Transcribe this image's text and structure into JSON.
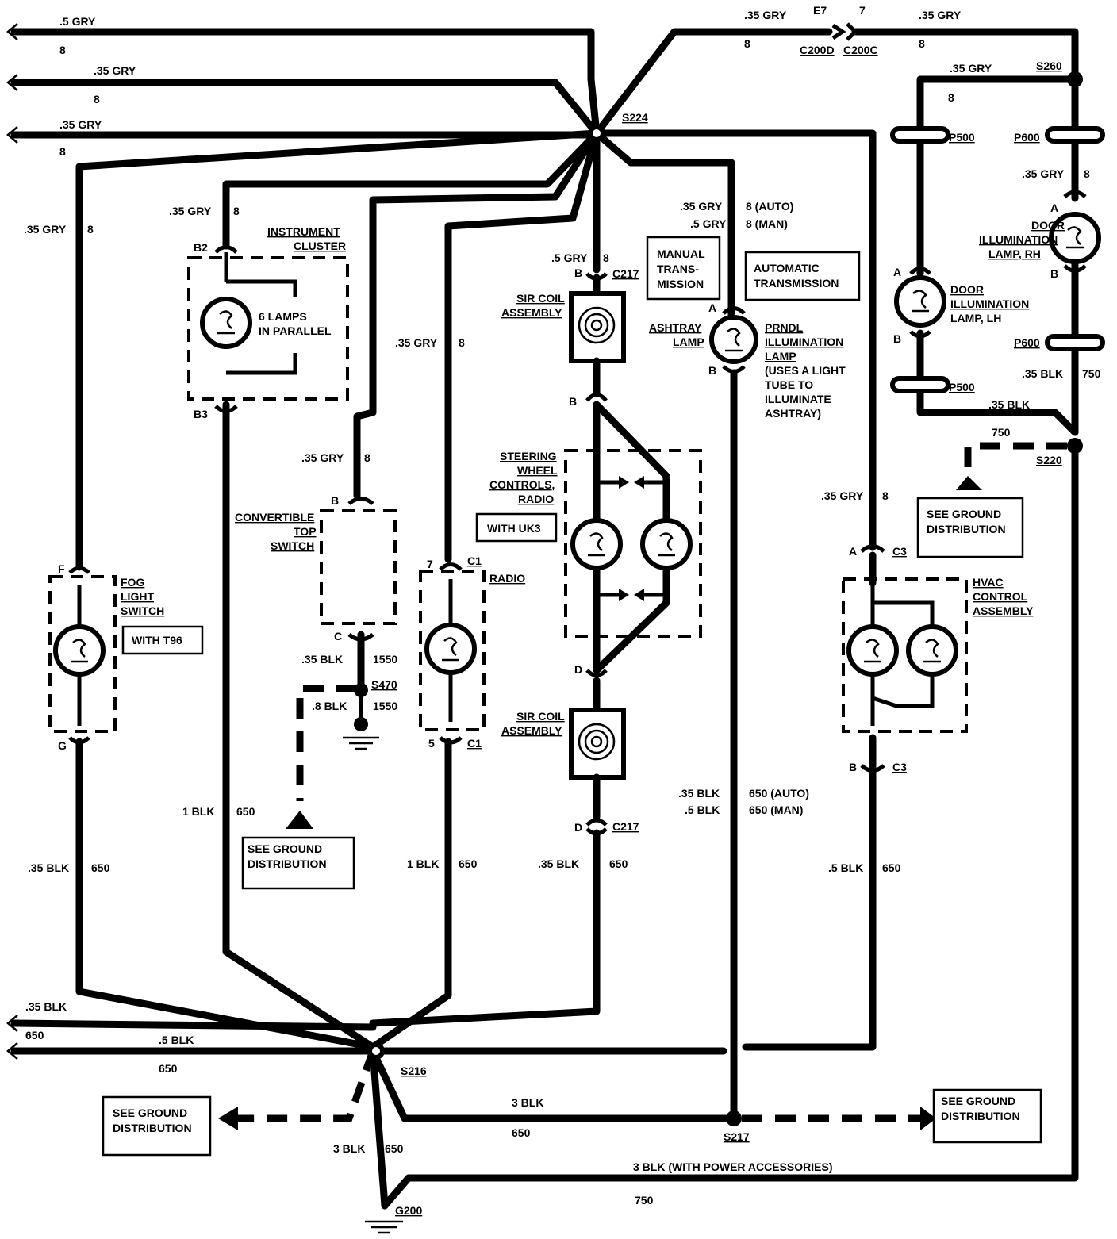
{
  "splices": {
    "s224": "S224",
    "s216": "S216",
    "s220": "S220",
    "s260": "S260",
    "s470": "S470",
    "s217": "S217",
    "g200": "G200"
  },
  "connectors": {
    "c200d": "C200D",
    "c200c": "C200C",
    "e7": "E7",
    "pin7": "7",
    "p500a": "P500",
    "p500b": "P500",
    "p600a": "P600",
    "p600b": "P600",
    "c217a": "C217",
    "c217b": "C217",
    "c1a": "C1",
    "c1b": "C1",
    "c3a": "C3",
    "c3b": "C3"
  },
  "pins": {
    "b2": "B2",
    "b3": "B3",
    "f": "F",
    "g": "G",
    "b_conv": "B",
    "c_conv": "C",
    "radio7": "7",
    "radio5": "5",
    "b_c217": "B",
    "b_sir": "B",
    "d_sir": "D",
    "d_c217": "D",
    "a_prndl": "A",
    "b_prndl": "B",
    "a_lh": "A",
    "b_lh": "B",
    "a_rh": "A",
    "b_rh": "B",
    "a_hvac": "A",
    "b_hvac": "B"
  },
  "wires": {
    "top1_gauge": ".5 GRY",
    "top1_circ": "8",
    "top2_gauge": ".35 GRY",
    "top2_circ": "8",
    "top3_gauge": ".35 GRY",
    "top3_circ": "8",
    "c200_left_gauge": ".35 GRY",
    "c200_left_circ": "8",
    "c200_right_gauge": ".35 GRY",
    "c200_right_circ": "8",
    "s260_gauge": ".35 GRY",
    "s260_circ": "8",
    "rh_gauge": ".35 GRY",
    "rh_circ": "8",
    "rh_blk_gauge": ".35 BLK",
    "rh_blk_circ": "750",
    "lh_blk_gauge": ".35 BLK",
    "lh_blk_circ": "750",
    "fog_gauge": ".35 GRY",
    "fog_circ": "8",
    "cluster_gauge": ".35 GRY",
    "cluster_circ": "8",
    "radio_gauge": ".35 GRY",
    "radio_circ": "8",
    "conv_gauge": ".35 GRY",
    "conv_circ": "8",
    "sir_gauge": ".5 GRY",
    "sir_circ": "8",
    "prndl_auto_gauge": ".35 GRY",
    "prndl_auto_circ": "8 (AUTO)",
    "prndl_man_gauge": ".5 GRY",
    "prndl_man_circ": "8 (MAN)",
    "hvac_gauge": ".35 GRY",
    "hvac_circ": "8",
    "conv_blk_gauge": ".35 BLK",
    "conv_blk_circ": "1550",
    "s470_gauge": ".8 BLK",
    "s470_circ": "1550",
    "cluster_blk_gauge": "1 BLK",
    "cluster_blk_circ": "650",
    "fog_blk_gauge": ".35 BLK",
    "fog_blk_circ": "650",
    "radio_blk_gauge": "1 BLK",
    "radio_blk_circ": "650",
    "sir_blk_gauge": ".35 BLK",
    "sir_blk_circ": "650",
    "prndl_blk_auto_gauge": ".35 BLK",
    "prndl_blk_auto_circ": "650 (AUTO)",
    "prndl_blk_man_gauge": ".5 BLK",
    "prndl_blk_man_circ": "650 (MAN)",
    "hvac_blk_gauge": ".5 BLK",
    "hvac_blk_circ": "650",
    "left1_gauge": ".35 BLK",
    "left1_circ": "650",
    "left2_gauge": ".5 BLK",
    "left2_circ": "650",
    "s217_gauge": "3 BLK",
    "s217_circ": "650",
    "g200_gauge": "3 BLK",
    "g200_circ": "650",
    "bottom_gauge": "3 BLK (WITH POWER ACCESSORIES)",
    "bottom_circ": "750"
  },
  "components": {
    "cluster_1": "INSTRUMENT",
    "cluster_2": "CLUSTER",
    "lamps_1": "6 LAMPS",
    "lamps_2": "IN PARALLEL",
    "fog_1": "FOG",
    "fog_2": "LIGHT",
    "fog_3": "SWITCH",
    "with_t96": "WITH T96",
    "conv_1": "CONVERTIBLE",
    "conv_2": "TOP",
    "conv_3": "SWITCH",
    "radio": "RADIO",
    "sir1_1": "SIR COIL",
    "sir1_2": "ASSEMBLY",
    "sir2_1": "SIR COIL",
    "sir2_2": "ASSEMBLY",
    "swc_1": "STEERING",
    "swc_2": "WHEEL",
    "swc_3": "CONTROLS,",
    "swc_4": "RADIO",
    "with_uk3": "WITH UK3",
    "manual_1": "MANUAL",
    "manual_2": "TRANS-",
    "manual_3": "MISSION",
    "auto_1": "AUTOMATIC",
    "auto_2": "TRANSMISSION",
    "ashtray_1": "ASHTRAY",
    "ashtray_2": "LAMP",
    "prndl_1": "PRNDL",
    "prndl_2": "ILLUMINATION",
    "prndl_3": "LAMP",
    "prndl_4": "(USES A LIGHT",
    "prndl_5": "TUBE TO",
    "prndl_6": "ILLUMINATE",
    "prndl_7": "ASHTRAY)",
    "rh_1": "DOOR",
    "rh_2": "ILLUMINATION",
    "rh_3": "LAMP, RH",
    "lh_1": "DOOR",
    "lh_2": "ILLUMINATION",
    "lh_3": "LAMP, LH",
    "hvac_1": "HVAC",
    "hvac_2": "CONTROL",
    "hvac_3": "ASSEMBLY",
    "gd_1a": "SEE GROUND",
    "gd_1b": "DISTRIBUTION",
    "gd_2a": "SEE GROUND",
    "gd_2b": "DISTRIBUTION",
    "gd_3a": "SEE GROUND",
    "gd_3b": "DISTRIBUTION",
    "gd_4a": "SEE GROUND",
    "gd_4b": "DISTRIBUTION"
  }
}
